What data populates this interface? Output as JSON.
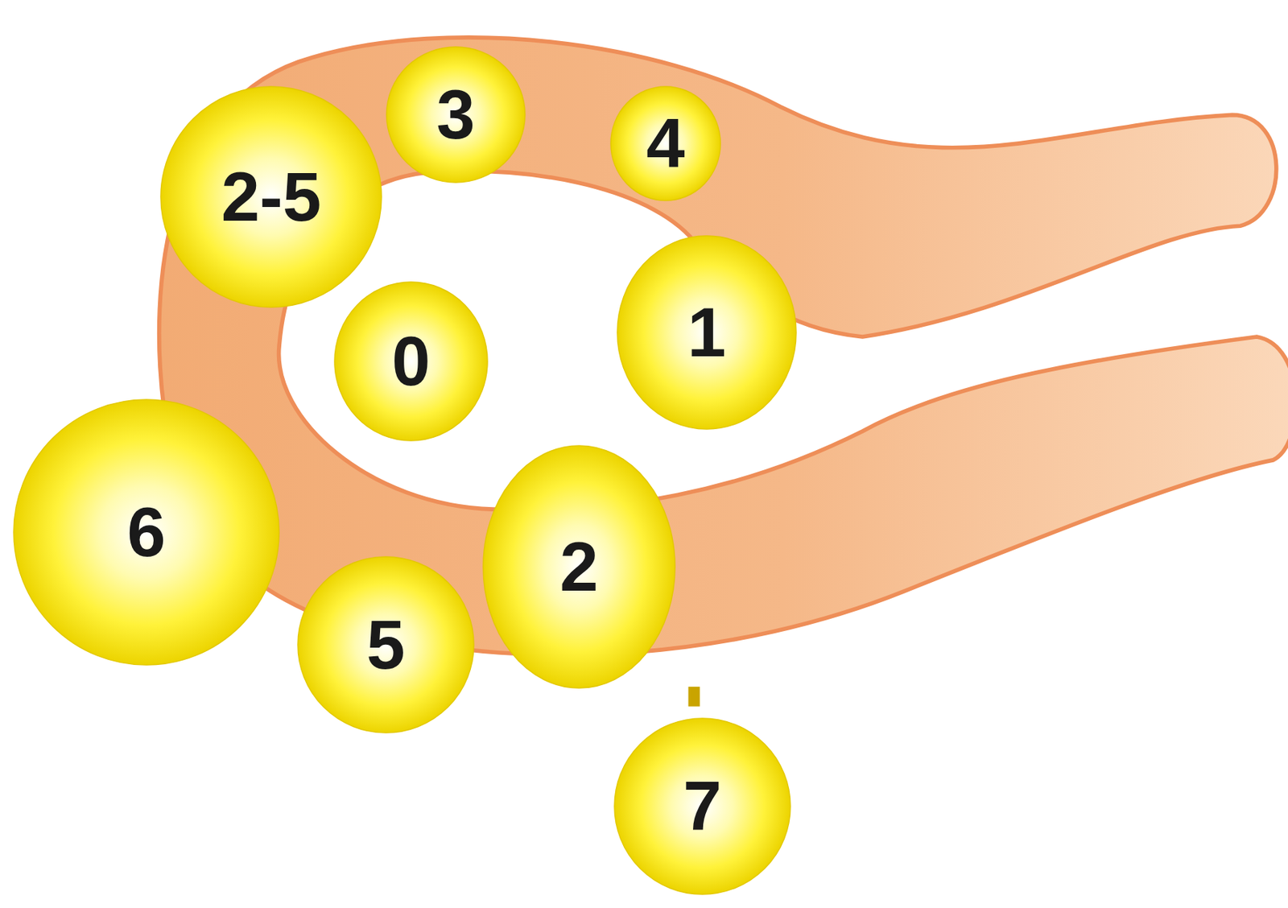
{
  "diagram": {
    "nodes": [
      {
        "text": [
          "2-5"
        ]
      },
      {
        "text": [
          "3"
        ]
      },
      {
        "text": [
          "4"
        ]
      },
      {
        "text": [
          "0"
        ]
      },
      {
        "text": [
          "1"
        ]
      },
      {
        "text": [
          "6"
        ]
      },
      {
        "text": [
          "2"
        ]
      },
      {
        "text": [
          "5"
        ]
      },
      {
        "text": [
          "7"
        ]
      }
    ]
  }
}
